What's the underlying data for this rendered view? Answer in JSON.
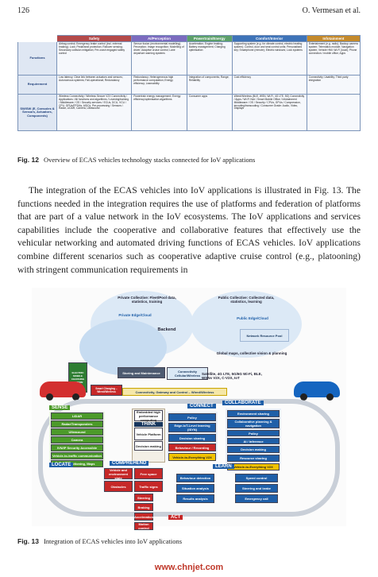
{
  "header": {
    "page_number": "126",
    "authors": "O. Vermesan et al."
  },
  "table": {
    "columns": [
      "",
      "Safety",
      "AI/Perception",
      "Powertrain/Energy",
      "Comfort/Interior",
      "Infotainment"
    ],
    "rows": [
      {
        "label": "Functions",
        "cells": [
          "Airbag control; Emergency brake control (incl. external braking); Lock; Pedal/seat protection; Rollover sensing; Secondary collision mitigation; Pre-crash engaged safety control",
          "Sensor fusion (environmental modelling); Perception; Image recognition; Modelling of driver; Adaptive cruise control; Lane departure warning systems",
          "Acceleration; Engine braking; Battery management; Charging optimisation",
          "Supporting system (e.g. for climate control, electric heating system); Control, door and seat control units; Personalised key; Smartphone (remote); Electric windows; Lock systems",
          "Entertainment (e.g. radio); Backup camera system; Telematics module; Navigation system; Vehicle HMI; Wi-Fi (local); Phone connection / mobile office; Apps"
        ]
      },
      {
        "label": "Requirement",
        "cells": [
          "Low latency; Clear link between actuators and sensors; Autonomous systems; Fail-operational; Redundancy",
          "Redundancy; Heterogeneous high performance computation; Energy efficiency; Learnability",
          "Integration of components; Range; Reliability",
          "Cost efficiency",
          "Connectivity; Usability; Third party integration"
        ]
      },
      {
        "label": "SW/SW (E, Consoles & Sensors, Actuators, Components)",
        "cells": [
          "Wireless Connectivity / Wireless Secure V2X Connectivity / Applications / All functions and algorithms / Learning/training / Middleware / OS / Security services / ECUs, DCU, VCU / CPU, GPUs/FPGAs, ASICs, Pre-processing / Sensors / Radar, LiDAR, Camera, Ultrasound",
          "Powertrain energy management; Energy efficiency/optimisation algorithms",
          "Consumer apps",
          "Wired/Wireless (BLE, WSN, Wi-Fi, 4G LTE, 5G) Connectivity / Apps / Wi-Fi Hub / Smart Mobile Office / Infotainment Middleware / OS / Security / CPUs, GPUs / Compression, encoding/transcoding / Consumer Grade: Audio, Video, Displays",
          ""
        ]
      }
    ]
  },
  "fig12_caption": {
    "number": "Fig. 12",
    "text": "Overview of ECAS vehicles technology stacks connected for IoV applications"
  },
  "paragraph": "The integration of the ECAS vehicles into IoV applications is illustrated in Fig. 13. The functions needed in the integration requires the use of platforms and federation of platforms that are part of a value network in the IoV ecosystems. The IoV applications and services capabilities include the cooperative and collaborative features that effectively use the vehicular networking and automated driving functions of ECAS vehicles. IoV applications combine different scenarios such as cooperative adaptive cruise control (e.g., platooning) with stringent communication requirements in",
  "fig13": {
    "cloud_left_title": "Private Collective: Fleet/Pool data, statistics, training",
    "cloud_right_title": "Public Collective: Collected data, statistics, learning",
    "private_edge": "Private Edge/Cloud",
    "public_edge": "Public Edge/Cloud",
    "network_pool": "Network Resource Pool",
    "global_maps": "Global maps, collective vision & planning",
    "backend": "Backend",
    "storing": "Storing and Maintenance",
    "connectivity": "Connectivity Cellular/Wireless",
    "gateway": "Connectivity, Gateway and Control – Wired/Wireless",
    "smart_charging": "Smart Charging – Wired/Wireless",
    "satellite": "Satellite, 4G LTE, 5G/6G Wi-Fi, BLE, WSNs V2X, C-V2X, IoT",
    "sense": "SENSE",
    "think": "THINK",
    "connect": "CONNECT",
    "collaborate": "COLLABORATE",
    "locate": "LOCATE",
    "comprehend": "COMPREHEND",
    "act": "ACT",
    "learn": "LEARN",
    "sense_items": [
      "LIDAR",
      "Radar/Transponders",
      "Ultrasound",
      "Camera",
      "IVN/IP Security Accessible",
      "Vehicle-to-traffic communication",
      "GPS, Positioning, Maps"
    ],
    "connect_items": [
      "Policy",
      "Edge-IoT-Level learning (ISYN)",
      "Decision sharing",
      "Behaviour / Recording",
      "Vehicle-to-Everything V2X"
    ],
    "collab_items": [
      "Environment sharing",
      "Collaborative planning & navigation",
      "Policy",
      "AI / Inference",
      "Decision making",
      "Resource sharing",
      "Vehicle-to-Everything V2X"
    ],
    "think_items": [
      "Embedded high performance computing",
      "Vehicle Platform",
      "Decision making"
    ],
    "comprehend_items": [
      "Vehicle and environment state",
      "Free space",
      "Obstacles",
      "Traffic signs"
    ],
    "act_items": [
      "Steering",
      "Braking",
      "Acceleration",
      "Motion control"
    ],
    "learn_items": [
      "Behaviour detection",
      "Situation analysis",
      "Results analysis"
    ],
    "right_items": [
      "Speed control",
      "Steering and brake",
      "Emergency call"
    ],
    "status_text": "ELECTRIC MOBILE CHARGING STATION"
  },
  "fig13_caption": {
    "number": "Fig. 13",
    "text": "Integration of ECAS vehicles into IoV applications"
  },
  "watermark": "www.chnjet.com",
  "colors": {
    "accent_blue": "#1f5fa8",
    "green": "#4c9a2a",
    "red": "#c62828",
    "navy": "#17365d",
    "yellow": "#f2c200"
  }
}
